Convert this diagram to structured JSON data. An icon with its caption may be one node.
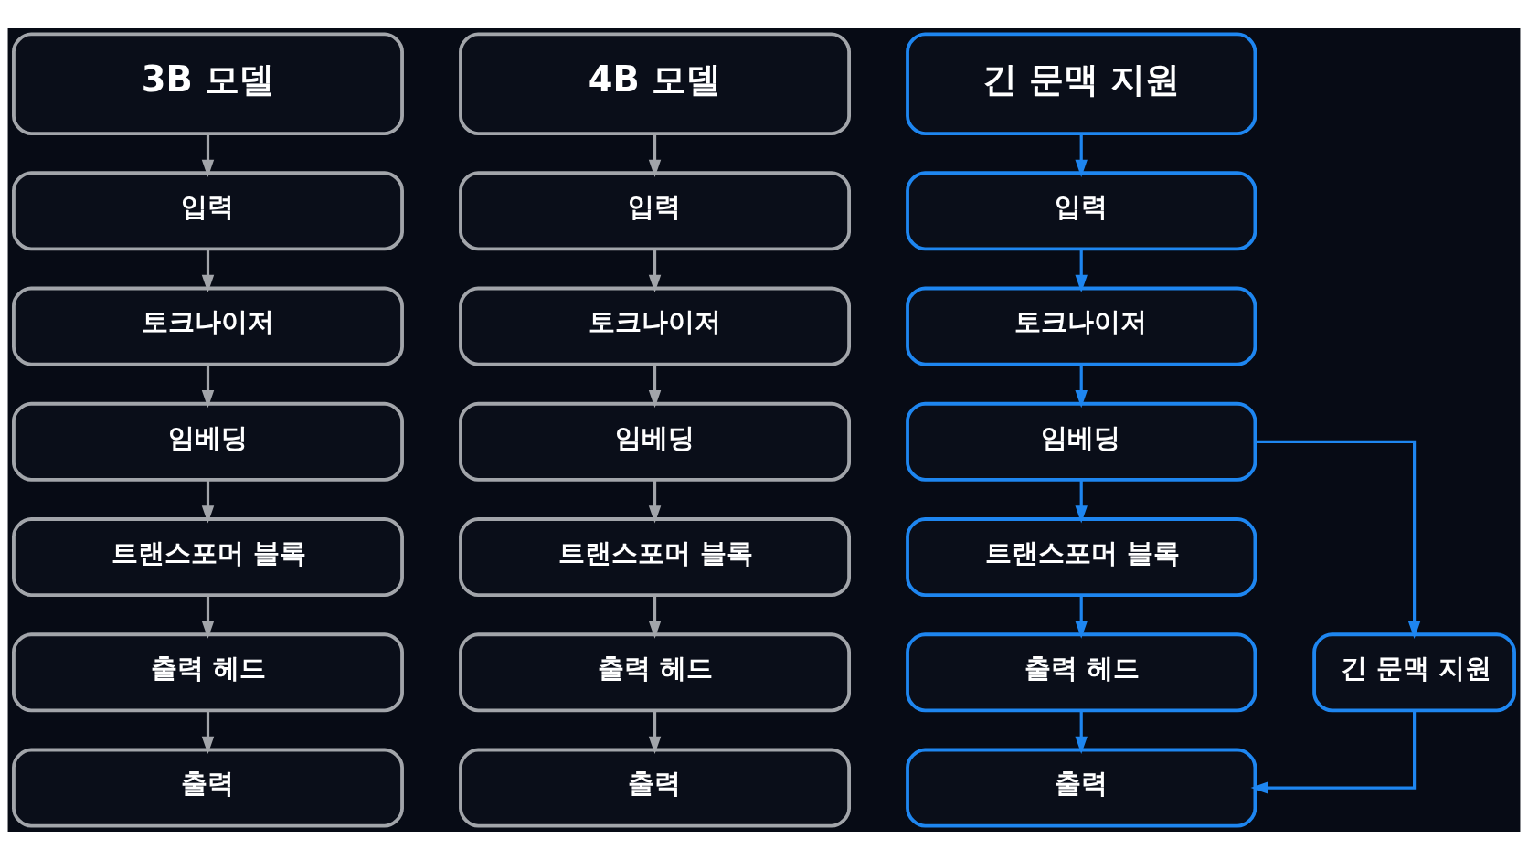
{
  "diagram": {
    "nodes": [
      {
        "text": [
          "3B 모델"
        ]
      },
      {
        "text": [
          "입력"
        ]
      },
      {
        "text": [
          "토크나이저"
        ]
      },
      {
        "text": [
          "임베딩"
        ]
      },
      {
        "text": [
          "트랜스포머 블록"
        ]
      },
      {
        "text": [
          "출력 헤드"
        ]
      },
      {
        "text": [
          "출력"
        ]
      },
      {
        "text": [
          "4B 모델"
        ]
      },
      {
        "text": [
          "입력"
        ]
      },
      {
        "text": [
          "토크나이저"
        ]
      },
      {
        "text": [
          "임베딩"
        ]
      },
      {
        "text": [
          "트랜스포머 블록"
        ]
      },
      {
        "text": [
          "출력 헤드"
        ]
      },
      {
        "text": [
          "출력"
        ]
      },
      {
        "text": [
          "긴 문맥 지원"
        ]
      },
      {
        "text": [
          "입력"
        ]
      },
      {
        "text": [
          "토크나이저"
        ]
      },
      {
        "text": [
          "임베딩"
        ]
      },
      {
        "text": [
          "트랜스포머 블록"
        ]
      },
      {
        "text": [
          "출력 헤드"
        ]
      },
      {
        "text": [
          "출력"
        ]
      },
      {
        "text": [
          "긴 문맥 지원"
        ]
      }
    ],
    "edges": [
      {
        "from": 0,
        "to": 1,
        "arrow": "to"
      },
      {
        "from": 1,
        "to": 2,
        "arrow": "to"
      },
      {
        "from": 2,
        "to": 3,
        "arrow": "to"
      },
      {
        "from": 3,
        "to": 4,
        "arrow": "to"
      },
      {
        "from": 4,
        "to": 5,
        "arrow": "to"
      },
      {
        "from": 5,
        "to": 6,
        "arrow": "to"
      },
      {
        "from": 7,
        "to": 8,
        "arrow": "to"
      },
      {
        "from": 8,
        "to": 9,
        "arrow": "to"
      },
      {
        "from": 9,
        "to": 10,
        "arrow": "to"
      },
      {
        "from": 10,
        "to": 11,
        "arrow": "to"
      },
      {
        "from": 11,
        "to": 12,
        "arrow": "to"
      },
      {
        "from": 12,
        "to": 13,
        "arrow": "to"
      },
      {
        "from": 14,
        "to": 15,
        "arrow": "to",
        "color": "#1e86f0"
      },
      {
        "from": 15,
        "to": 16,
        "arrow": "to",
        "color": "#1e86f0"
      },
      {
        "from": 16,
        "to": 17,
        "arrow": "to",
        "color": "#1e86f0"
      },
      {
        "from": 17,
        "to": 18,
        "arrow": "to",
        "color": "#1e86f0"
      },
      {
        "from": 18,
        "to": 19,
        "arrow": "to",
        "color": "#1e86f0"
      },
      {
        "from": 19,
        "to": 20,
        "arrow": "to",
        "color": "#1e86f0"
      },
      {
        "from": 17,
        "to": 21,
        "arrow": "to",
        "color": "#1e86f0"
      },
      {
        "from": 21,
        "to": 20,
        "arrow": "to",
        "color": "#1e86f0"
      }
    ]
  }
}
